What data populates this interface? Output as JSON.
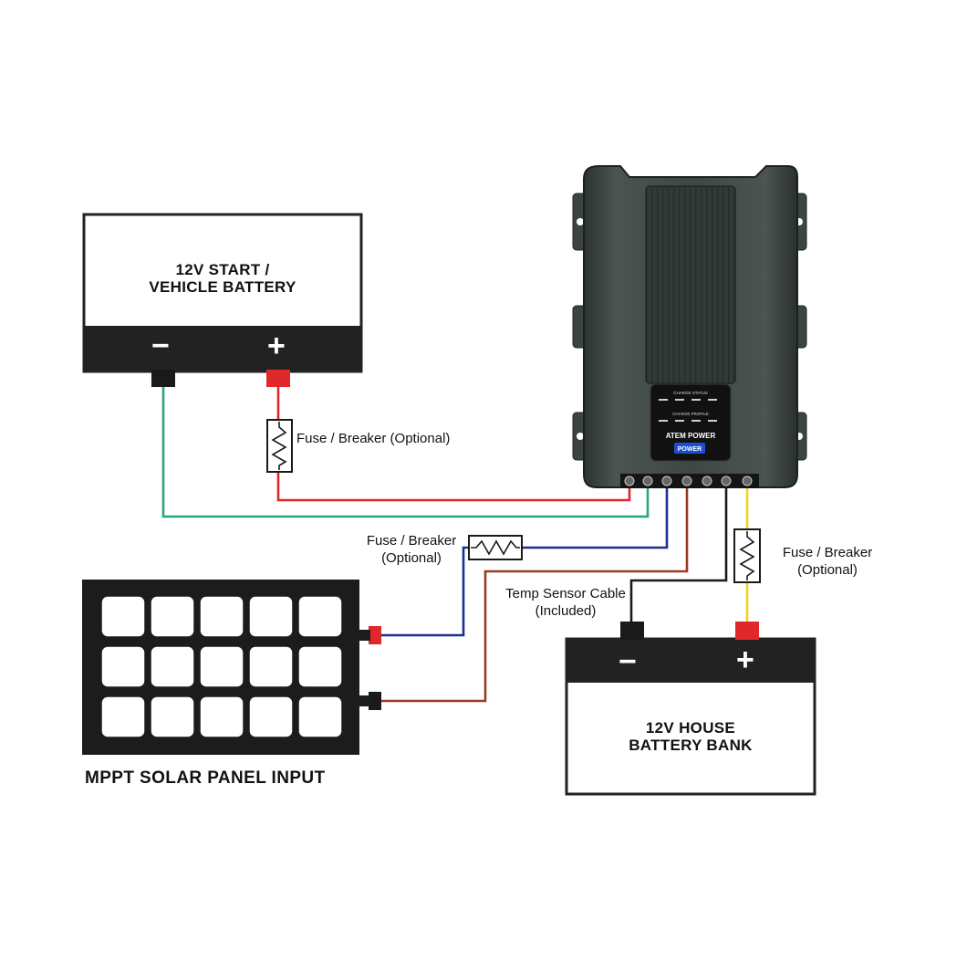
{
  "vehicle_battery": {
    "title_line1": "12V START /",
    "title_line2": "VEHICLE BATTERY",
    "minus": "−",
    "plus": "+"
  },
  "house_battery": {
    "title_line1": "12V HOUSE",
    "title_line2": "BATTERY BANK",
    "minus": "−",
    "plus": "+"
  },
  "solar_panel": {
    "label": "MPPT SOLAR PANEL INPUT",
    "cells": 15
  },
  "fuses": {
    "vehicle": {
      "line1": "Fuse / Breaker (Optional)"
    },
    "solar": {
      "line1": "Fuse / Breaker",
      "line2": "(Optional)"
    },
    "house": {
      "line1": "Fuse / Breaker",
      "line2": "(Optional)"
    }
  },
  "temp_sensor": {
    "line1": "Temp Sensor Cable",
    "line2": "(Included)"
  },
  "charger": {
    "brand": "ATEM POWER",
    "badge": "POWER",
    "panel_header_1": "CHARGE STATUS",
    "panel_header_2": "CHARGE PROFILE"
  },
  "colors": {
    "vehicle_negative": "#2aa57f",
    "vehicle_positive": "#e0282a",
    "solar_positive": "#1d2f8f",
    "solar_negative": "#9a3b22",
    "house_positive": "#f2d21c",
    "house_negative": "#1a1a1a",
    "charger_body": "#3f4743"
  }
}
